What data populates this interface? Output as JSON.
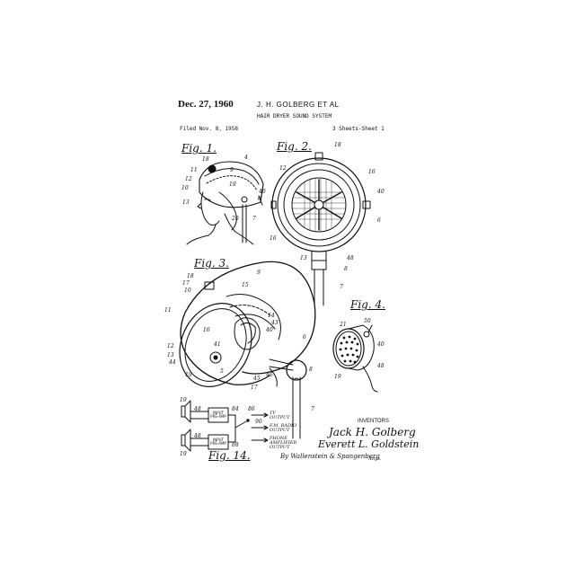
{
  "header": {
    "date": "Dec. 27, 1960",
    "inventor": "J. H. GOLBERG  ET AL",
    "title": "HAIR DRYER SOUND SYSTEM",
    "filed": "Filed Nov. 8, 1958",
    "sheets": "3 Sheets-Sheet 1"
  },
  "figures": {
    "fig1": "Fig. 1.",
    "fig2": "Fig. 2.",
    "fig3": "Fig. 3.",
    "fig4": "Fig. 4.",
    "fig14": "Fig. 14."
  },
  "refs": {
    "r_f1_18": "18",
    "r_f1_4": "4",
    "r_f1_11": "11",
    "r_f1_9": "9",
    "r_f1_12": "12",
    "r_f1_10": "10",
    "r_f1_19": "19",
    "r_f1_6": "6",
    "r_f1_13": "13",
    "r_f1_20": "20",
    "r_f1_7": "7",
    "r_f1_40": "40",
    "r_f2_18": "18",
    "r_f2_12": "12",
    "r_f2_16": "16",
    "r_f2_40": "40",
    "r_f2_6": "6",
    "r_f2_16b": "16",
    "r_f2_13": "13",
    "r_f2_48": "48",
    "r_f2_8": "8",
    "r_f2_7": "7",
    "r_f3_18": "18",
    "r_f3_17": "17",
    "r_f3_10": "10",
    "r_f3_11": "11",
    "r_f3_9": "9",
    "r_f3_15": "15",
    "r_f3_16": "16",
    "r_f3_14": "14",
    "r_f3_43": "43",
    "r_f3_40": "40",
    "r_f3_6": "6",
    "r_f3_12": "12",
    "r_f3_44": "44",
    "r_f3_8": "8",
    "r_f3_41": "41",
    "r_f3_13": "13",
    "r_f3_19": "19",
    "r_f3_5": "5",
    "r_f3_45": "45",
    "r_f3_46": "46",
    "r_f3_17b": "17",
    "r_f3_7": "7",
    "r_f4_21": "21",
    "r_f4_50": "50",
    "r_f4_40": "40",
    "r_f4_48": "48",
    "r_f4_19": "19",
    "r_f14_19a": "19",
    "r_f14_48a": "48",
    "r_f14_19b": "19",
    "r_f14_48b": "48",
    "r_f14_84": "84",
    "r_f14_86": "86",
    "r_f14_88": "88",
    "r_f14_90": "90"
  },
  "circuit": {
    "box1": "INPUT\nPRE-AMP",
    "box2": "INPUT\nPRE-AMP",
    "out1": "TV\nOUTPUT",
    "out2": "F.M. RADIO\nOUTPUT",
    "out3": "PHONE\nAMPLIFIER\nOUTPUT"
  },
  "signature": {
    "heading": "INVENTORS",
    "name1": "Jack H. Golberg",
    "name2": "Everett L. Goldstein",
    "by": "By Wallenstein & Spangenberg",
    "atty": "Attys."
  }
}
